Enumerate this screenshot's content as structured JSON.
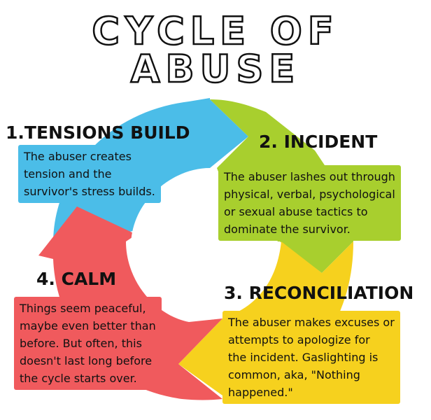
{
  "title": {
    "line1": "CYCLE OF",
    "line2": "ABUSE"
  },
  "colors": {
    "stage1": "#4bbde8",
    "stage2": "#a8cf2e",
    "stage3": "#f6d11e",
    "stage4": "#f05a5d"
  },
  "stages": [
    {
      "heading": "1.TENSIONS BUILD",
      "lines": [
        "The abuser creates",
        "tension and the",
        "survivor's stress builds."
      ]
    },
    {
      "heading": "2. INCIDENT",
      "lines": [
        "The abuser lashes out through",
        "physical, verbal, psychological",
        "or sexual abuse tactics to",
        "dominate the survivor."
      ]
    },
    {
      "heading": "3. RECONCILIATION",
      "lines": [
        "The abuser makes excuses or",
        "attempts to apologize for",
        "the incident. Gaslighting is",
        "common, aka, \"Nothing",
        "happened.\""
      ]
    },
    {
      "heading": "4. CALM",
      "lines": [
        "Things seem peaceful,",
        "maybe even better than",
        "before. But often, this",
        "doesn't last long before",
        "the cycle starts over."
      ]
    }
  ]
}
